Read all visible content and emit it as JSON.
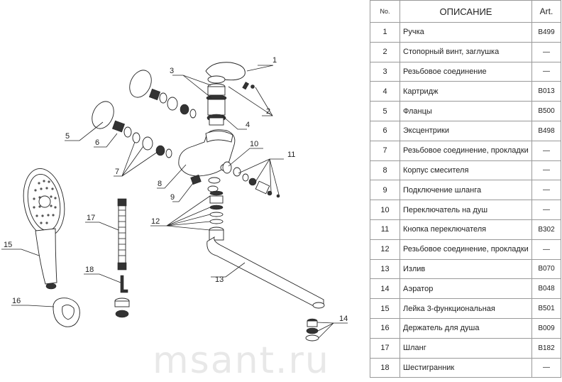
{
  "table": {
    "header": {
      "no": "No.",
      "description": "ОПИСАНИЕ",
      "art": "Art."
    },
    "rows": [
      {
        "no": "1",
        "description": "Ручка",
        "art": "B499"
      },
      {
        "no": "2",
        "description": "Стопорный винт, заглушка",
        "art": "—"
      },
      {
        "no": "3",
        "description": "Резьбовое соединение",
        "art": "—"
      },
      {
        "no": "4",
        "description": "Картридж",
        "art": "B013"
      },
      {
        "no": "5",
        "description": "Фланцы",
        "art": "B500"
      },
      {
        "no": "6",
        "description": "Эксцентрики",
        "art": "B498"
      },
      {
        "no": "7",
        "description": "Резьбовое соединение, прокладки",
        "art": "—"
      },
      {
        "no": "8",
        "description": "Корпус смесителя",
        "art": "—"
      },
      {
        "no": "9",
        "description": "Подключение шланга",
        "art": "—"
      },
      {
        "no": "10",
        "description": "Переключатель на душ",
        "art": "—"
      },
      {
        "no": "11",
        "description": "Кнопка переключателя",
        "art": "B302"
      },
      {
        "no": "12",
        "description": "Резьбовое соединение, прокладки",
        "art": "—"
      },
      {
        "no": "13",
        "description": "Излив",
        "art": "B070"
      },
      {
        "no": "14",
        "description": "Аэратор",
        "art": "B048"
      },
      {
        "no": "15",
        "description": "Лейка 3-функциональная",
        "art": "B501"
      },
      {
        "no": "16",
        "description": "Держатель для душа",
        "art": "B009"
      },
      {
        "no": "17",
        "description": "Шланг",
        "art": "B182"
      },
      {
        "no": "18",
        "description": "Шестигранник",
        "art": "—"
      }
    ]
  },
  "callouts": [
    "1",
    "2",
    "3",
    "4",
    "5",
    "6",
    "7",
    "8",
    "9",
    "10",
    "11",
    "12",
    "13",
    "14",
    "15",
    "16",
    "17",
    "18"
  ],
  "watermark": "msant.ru"
}
